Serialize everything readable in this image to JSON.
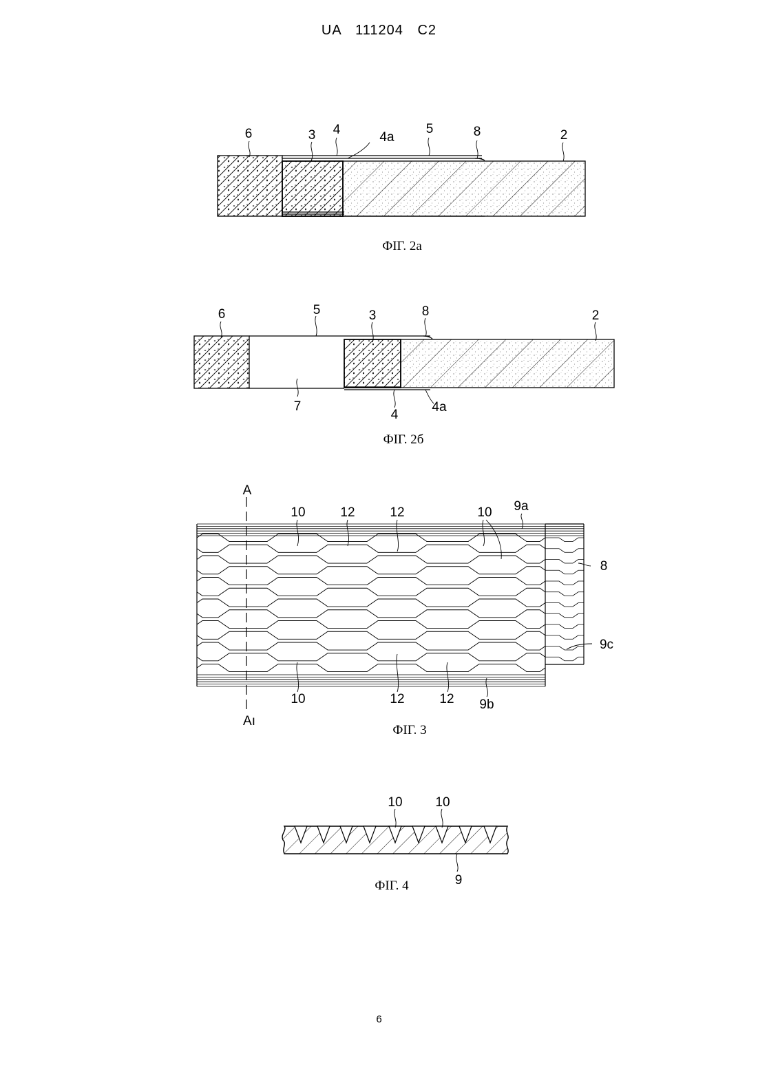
{
  "header": {
    "doc_number": "UA   111204   C2"
  },
  "page_number": "6",
  "figures": {
    "fig2a": {
      "caption": "ФІГ. 2а",
      "labels": {
        "l6": "6",
        "l3": "3",
        "l4": "4",
        "l4a": "4a",
        "l5": "5",
        "l8": "8",
        "l2": "2"
      }
    },
    "fig2b": {
      "caption": "ФІГ. 2б",
      "labels": {
        "l6": "6",
        "l5": "5",
        "l3": "3",
        "l8": "8",
        "l2": "2",
        "l7": "7",
        "l4": "4",
        "l4a": "4a"
      }
    },
    "fig3": {
      "caption": "ФІГ. 3",
      "labels": {
        "a_top": "A",
        "a_bottom": "Aı",
        "t10a": "10",
        "t12a": "12",
        "t12b": "12",
        "t10b": "10",
        "t9a": "9a",
        "r8": "8",
        "r9c": "9c",
        "b10": "10",
        "b12a": "12",
        "b12b": "12",
        "b9b": "9b"
      }
    },
    "fig4": {
      "caption": "ФІГ. 4",
      "labels": {
        "t10a": "10",
        "t10b": "10",
        "b9": "9"
      }
    }
  }
}
